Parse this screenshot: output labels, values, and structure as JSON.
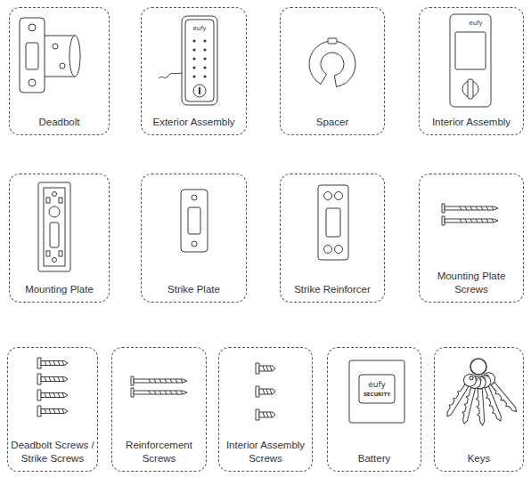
{
  "diagram": {
    "nodes": [
      {
        "text": [
          "Deadbolt"
        ]
      },
      {
        "text": [
          "Exterior Assembly"
        ]
      },
      {
        "text": [
          "Spacer"
        ]
      },
      {
        "text": [
          "Interior Assembly"
        ]
      },
      {
        "text": [
          "Mounting Plate"
        ]
      },
      {
        "text": [
          "Strike Plate"
        ]
      },
      {
        "text": [
          "Strike Reinforcer"
        ]
      },
      {
        "text": [
          "Mounting Plate Screws"
        ]
      },
      {
        "text": [
          "Deadbolt Screws / Strike Screws"
        ]
      },
      {
        "text": [
          "Reinforcement Screws"
        ]
      },
      {
        "text": [
          "Interior Assembly Screws"
        ]
      },
      {
        "text": [
          "Battery"
        ]
      },
      {
        "text": [
          "Keys"
        ]
      }
    ],
    "labels": [
      "eufy",
      "eufy",
      "eufy",
      "SECURITY"
    ]
  }
}
